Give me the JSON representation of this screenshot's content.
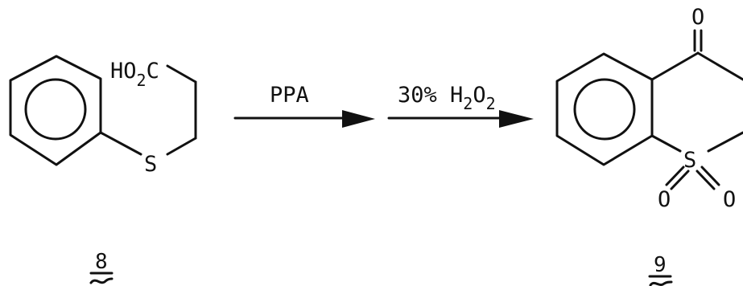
{
  "scheme": {
    "reactant": {
      "acid_group": {
        "main": "HO",
        "sub": "2",
        "tail": "C"
      },
      "sulfur": "S",
      "compound_number": "8"
    },
    "step1": {
      "reagent": "PPA"
    },
    "step2": {
      "reagent_prefix": "30% H",
      "sub1": "2",
      "mid": "O",
      "sub2": "2"
    },
    "product": {
      "carbonyl_oxygen": "O",
      "sulfur": "S",
      "sulfonyl_oxygen_left": "O",
      "sulfonyl_oxygen_right": "O",
      "compound_number": "9"
    }
  }
}
